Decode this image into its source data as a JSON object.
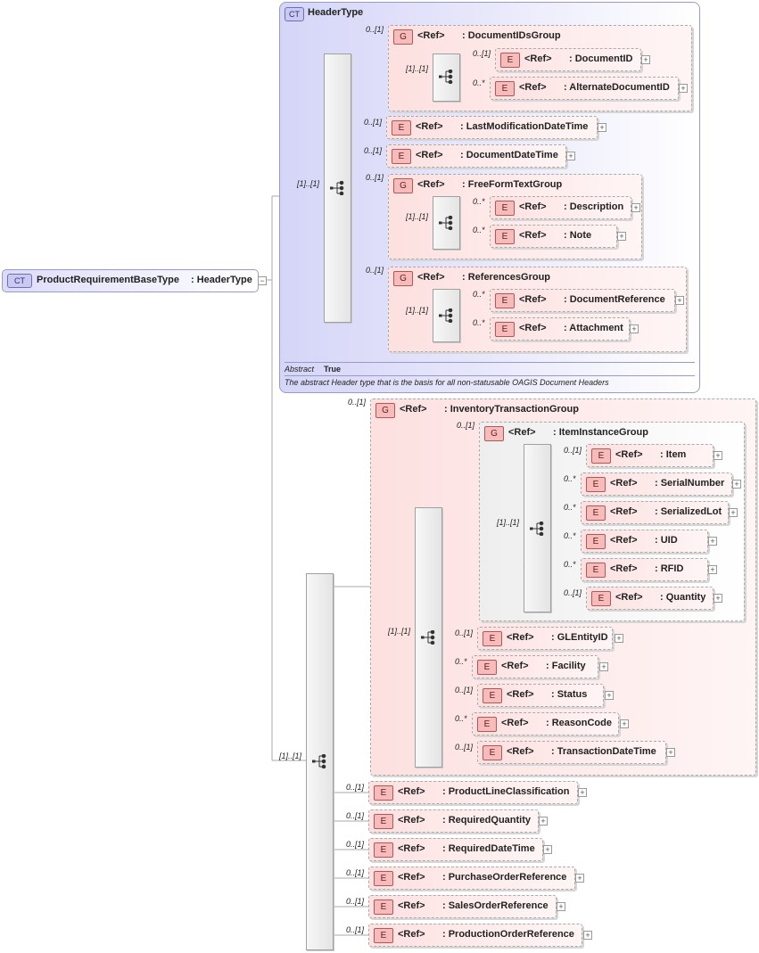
{
  "root": {
    "badge": "CT",
    "name": "ProductRequirementBaseType",
    "type": ": HeaderType",
    "toggle": "−"
  },
  "header_type": {
    "badge": "CT",
    "title": "HeaderType",
    "abstract_label": "Abstract",
    "abstract_value": "True",
    "description": "The abstract Header type that is the basis for all non-statusable OAGIS Document Headers",
    "sequence_card": "[1]..[1]",
    "document_ids_group": {
      "card": "0..[1]",
      "badge": "G",
      "ref": "<Ref>",
      "name": ": DocumentIDsGroup",
      "seq_card": "[1]..[1]",
      "items": [
        {
          "card": "0..[1]",
          "badge": "E",
          "ref": "<Ref>",
          "name": ": DocumentID",
          "plus": "+"
        },
        {
          "card": "0..*",
          "badge": "E",
          "ref": "<Ref>",
          "name": ": AlternateDocumentID",
          "plus": "+"
        }
      ]
    },
    "last_modification": {
      "card": "0..[1]",
      "badge": "E",
      "ref": "<Ref>",
      "name": ": LastModificationDateTime",
      "plus": "+"
    },
    "document_date_time": {
      "card": "0..[1]",
      "badge": "E",
      "ref": "<Ref>",
      "name": ": DocumentDateTime",
      "plus": "+"
    },
    "free_form_text_group": {
      "card": "0..[1]",
      "badge": "G",
      "ref": "<Ref>",
      "name": ": FreeFormTextGroup",
      "seq_card": "[1]..[1]",
      "items": [
        {
          "card": "0..*",
          "badge": "E",
          "ref": "<Ref>",
          "name": ": Description",
          "plus": "+"
        },
        {
          "card": "0..*",
          "badge": "E",
          "ref": "<Ref>",
          "name": ": Note",
          "plus": "+"
        }
      ]
    },
    "references_group": {
      "card": "0..[1]",
      "badge": "G",
      "ref": "<Ref>",
      "name": ": ReferencesGroup",
      "seq_card": "[1]..[1]",
      "items": [
        {
          "card": "0..*",
          "badge": "E",
          "ref": "<Ref>",
          "name": ": DocumentReference",
          "plus": "+"
        },
        {
          "card": "0..*",
          "badge": "E",
          "ref": "<Ref>",
          "name": ": Attachment",
          "plus": "+"
        }
      ]
    }
  },
  "extension": {
    "sequence_card": "[1]..[1]",
    "inventory_group": {
      "card": "0..[1]",
      "badge": "G",
      "ref": "<Ref>",
      "name": ": InventoryTransactionGroup",
      "seq_card": "[1]..[1]",
      "item_instance_group": {
        "card": "0..[1]",
        "badge": "G",
        "ref": "<Ref>",
        "name": ": ItemInstanceGroup",
        "seq_card": "[1]..[1]",
        "items": [
          {
            "card": "0..[1]",
            "badge": "E",
            "ref": "<Ref>",
            "name": ": Item",
            "plus": "+"
          },
          {
            "card": "0..*",
            "badge": "E",
            "ref": "<Ref>",
            "name": ": SerialNumber",
            "plus": "+"
          },
          {
            "card": "0..*",
            "badge": "E",
            "ref": "<Ref>",
            "name": ": SerializedLot",
            "plus": "+"
          },
          {
            "card": "0..*",
            "badge": "E",
            "ref": "<Ref>",
            "name": ": UID",
            "plus": "+"
          },
          {
            "card": "0..*",
            "badge": "E",
            "ref": "<Ref>",
            "name": ": RFID",
            "plus": "+"
          },
          {
            "card": "0..[1]",
            "badge": "E",
            "ref": "<Ref>",
            "name": ": Quantity",
            "plus": "+"
          }
        ]
      },
      "items": [
        {
          "card": "0..[1]",
          "badge": "E",
          "ref": "<Ref>",
          "name": ": GLEntityID",
          "plus": "+"
        },
        {
          "card": "0..*",
          "badge": "E",
          "ref": "<Ref>",
          "name": ": Facility",
          "plus": "+"
        },
        {
          "card": "0..[1]",
          "badge": "E",
          "ref": "<Ref>",
          "name": ": Status",
          "plus": "+"
        },
        {
          "card": "0..*",
          "badge": "E",
          "ref": "<Ref>",
          "name": ": ReasonCode",
          "plus": "+"
        },
        {
          "card": "0..[1]",
          "badge": "E",
          "ref": "<Ref>",
          "name": ": TransactionDateTime",
          "plus": "+"
        }
      ]
    },
    "items": [
      {
        "card": "0..[1]",
        "badge": "E",
        "ref": "<Ref>",
        "name": ": ProductLineClassification",
        "plus": "+"
      },
      {
        "card": "0..[1]",
        "badge": "E",
        "ref": "<Ref>",
        "name": ": RequiredQuantity",
        "plus": "+"
      },
      {
        "card": "0..[1]",
        "badge": "E",
        "ref": "<Ref>",
        "name": ": RequiredDateTime",
        "plus": "+"
      },
      {
        "card": "0..[1]",
        "badge": "E",
        "ref": "<Ref>",
        "name": ": PurchaseOrderReference",
        "plus": "+"
      },
      {
        "card": "0..[1]",
        "badge": "E",
        "ref": "<Ref>",
        "name": ": SalesOrderReference",
        "plus": "+"
      },
      {
        "card": "0..[1]",
        "badge": "E",
        "ref": "<Ref>",
        "name": ": ProductionOrderReference",
        "plus": "+"
      }
    ]
  }
}
